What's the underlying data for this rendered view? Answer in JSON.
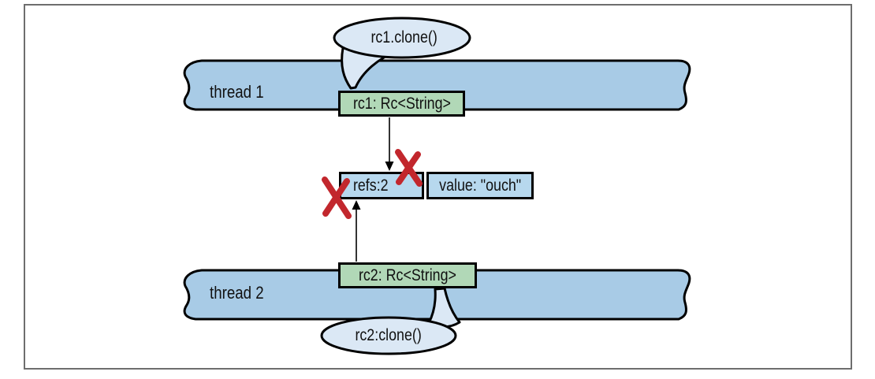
{
  "labels": {
    "thread1": "thread 1",
    "thread2": "thread 2",
    "bubble1": "rc1.clone()",
    "bubble2": "rc2:clone()",
    "rc1": "rc1: Rc<String>",
    "rc2": "rc2: Rc<String>",
    "refs": "refs:2",
    "value": "value: \"ouch\""
  },
  "colors": {
    "ribbon": "#a8cbe6",
    "cell": "#b7d8ee",
    "bubble": "#dbe8f5",
    "green": "#b1d8b7",
    "red": "#c2272d",
    "outline": "#000000",
    "frame": "#6e6e6e"
  }
}
